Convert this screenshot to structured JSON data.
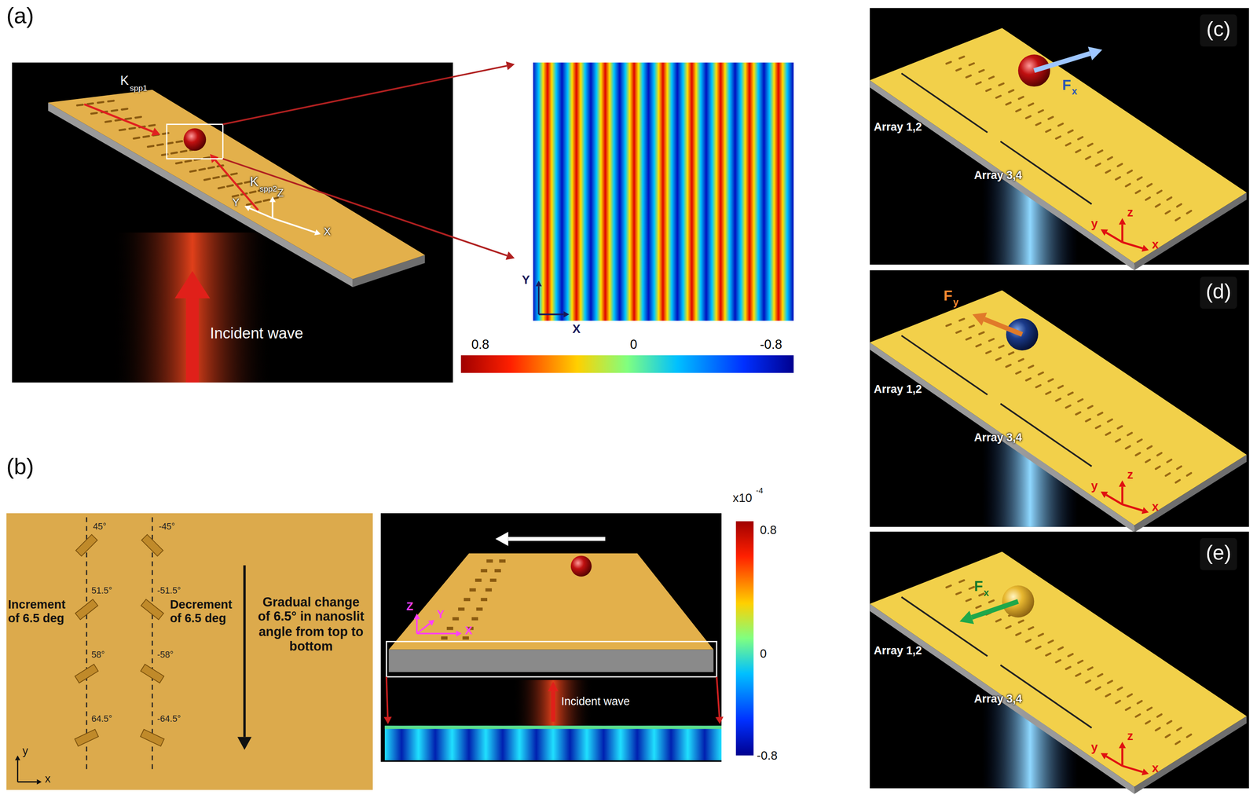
{
  "diagram": {
    "labels": [
      "(a)",
      "K",
      "spp1",
      "K",
      "spp2",
      "Y",
      "Z",
      "X",
      "Incident wave",
      "Y",
      "X",
      "0.8",
      "0",
      "-0.8",
      "(b)",
      "45°",
      "51.5°",
      "58°",
      "64.5°",
      "-45°",
      "-51.5°",
      "-58°",
      "-64.5°",
      "Increment of 6.5 deg",
      "Decrement of 6.5 deg",
      "Gradual change of 6.5° in nanoslit angle from top to bottom",
      "y",
      "x",
      "Z",
      "Y",
      "X",
      "Incident wave",
      "x10",
      "-4",
      "0.8",
      "0",
      "-0.8",
      "(c)",
      "F",
      "x",
      "Array 1,2",
      "Array 3,4",
      "y",
      "z",
      "x",
      "(d)",
      "F",
      "y",
      "Array 1,2",
      "Array 3,4",
      "y",
      "z",
      "x",
      "(e)",
      "F",
      "x",
      "Array 1,2",
      "Array 3,4",
      "y",
      "z",
      "x"
    ]
  }
}
